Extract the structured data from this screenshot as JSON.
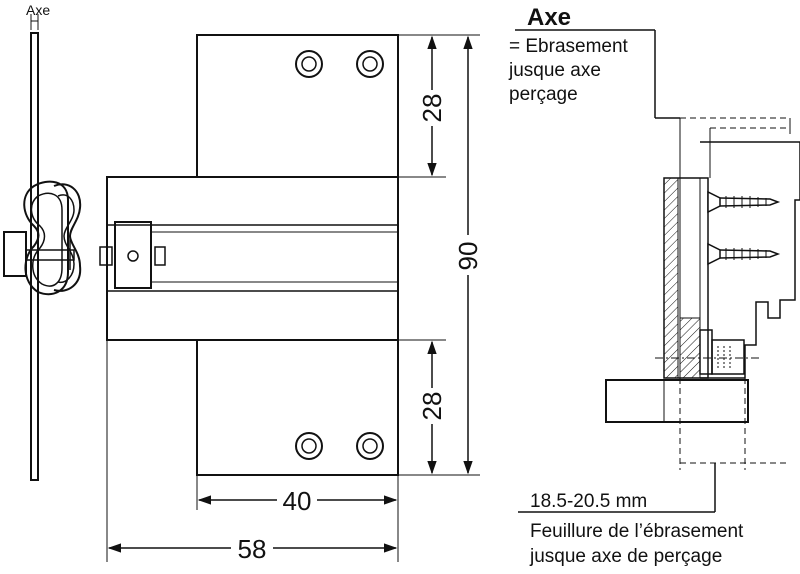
{
  "labels": {
    "axe_small": "Axe",
    "axe_title": "Axe",
    "axe_line1": "= Ebrasement",
    "axe_line2": "jusque axe",
    "axe_line3": "perçage",
    "feuillure_value": "18.5-20.5 mm",
    "feuillure_line1": "Feuillure de l’ébrasement",
    "feuillure_line2": "jusque axe de perçage"
  },
  "dimensions": {
    "top_height": "28",
    "total_height": "90",
    "bottom_height": "28",
    "plate_width": "40",
    "overall_width": "58"
  }
}
